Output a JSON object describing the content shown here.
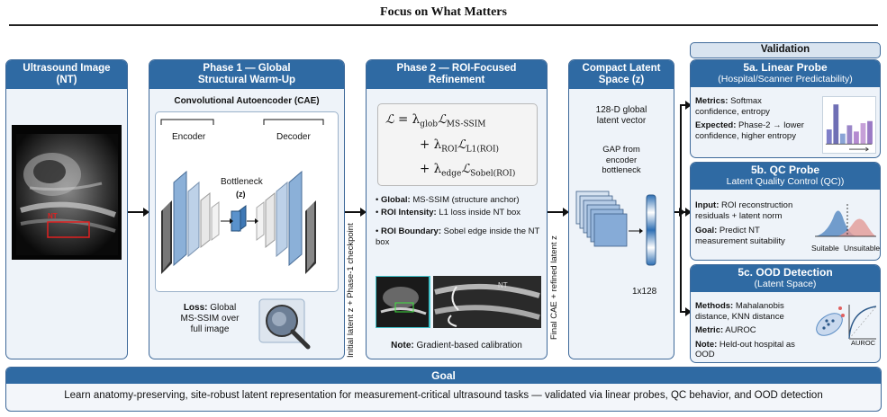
{
  "title": "Focus on What Matters",
  "ultrasound": {
    "header": "Ultrasound Image",
    "header_sub": "(NT)",
    "nt_label": "NT"
  },
  "phase1": {
    "header": "Phase 1 — Global",
    "header_sub": "Structural Warm-Up",
    "cae_title": "Convolutional Autoencoder (CAE)",
    "encoder": "Encoder",
    "decoder": "Decoder",
    "bottleneck": "Bottleneck",
    "bottleneck_z": "(z)",
    "loss_label": "Loss:",
    "loss_text_1": "Global",
    "loss_text_2": "MS-SSIM over",
    "loss_text_3": "full image"
  },
  "arrow1_label": "Initial latent z + Phase-1 checkpoint",
  "phase2": {
    "header": "Phase 2 — ROI-Focused",
    "header_sub": "Refinement",
    "bullets": [
      {
        "label": "Global:",
        "text": "MS-SSIM (structure anchor)"
      },
      {
        "label": "ROI Intensity:",
        "text": "L1 loss inside NT box"
      },
      {
        "label": "ROI Boundary:",
        "text": "Sobel edge inside the NT box"
      }
    ],
    "note_label": "Note:",
    "note_text": "Gradient-based calibration",
    "img_label_nt": "NT"
  },
  "arrow2_label": "Final CAE + refined latent z",
  "latent": {
    "header": "Compact Latent",
    "header_sub": "Space (z)",
    "desc_1": "128-D global",
    "desc_2": "latent vector",
    "gap_1": "GAP from",
    "gap_2": "encoder",
    "gap_3": "bottleneck",
    "dim": "1x128"
  },
  "validation": {
    "header": "Validation",
    "probe_a": {
      "title": "5a. Linear Probe",
      "subtitle": "(Hospital/Scanner Predictability)",
      "metrics_label": "Metrics:",
      "metrics_text_1": "Softmax",
      "metrics_text_2": "confidence, entropy",
      "expected_label": "Expected:",
      "expected_text_1": "Phase-2 → lower",
      "expected_text_2": "confidence, higher entropy",
      "bars": [
        0.35,
        0.95,
        0.25,
        0.45,
        0.3,
        0.5,
        0.55
      ],
      "bar_colors": [
        "#7f7fc9",
        "#6f6fb5",
        "#8aa4d6",
        "#9a86c8",
        "#b48ad0",
        "#c6a0d8",
        "#9a7ac4"
      ]
    },
    "probe_b": {
      "title": "5b. QC Probe",
      "subtitle": "Latent Quality Control (QC))",
      "input_label": "Input:",
      "input_text_1": "ROI reconstruction",
      "input_text_2": "residuals + latent norm",
      "goal_label": "Goal:",
      "goal_text_1": "Predict NT",
      "goal_text_2": "measurement suitability",
      "suitable": "Suitable",
      "unsuitable": "Unsuitable"
    },
    "probe_c": {
      "title": "5c. OOD Detection",
      "subtitle": "(Latent Space)",
      "methods_label": "Methods:",
      "methods_text_1": "Mahalanobis",
      "methods_text_2": "distance, KNN distance",
      "metric_label": "Metric:",
      "metric_text": "AUROC",
      "note_label": "Note:",
      "note_text": "Held-out hospital as OOD",
      "auroc_label": "AUROC"
    }
  },
  "goal": {
    "header": "Goal",
    "text": "Learn anatomy-preserving, site-robust latent representation for measurement-critical ultrasound tasks — validated via linear probes, QC behavior, and OOD detection"
  },
  "colors": {
    "header_blue": "#2f6aa3",
    "panel_bg": "#eef3f9",
    "border": "#3f6a9a",
    "roi_red": "#e02020"
  }
}
